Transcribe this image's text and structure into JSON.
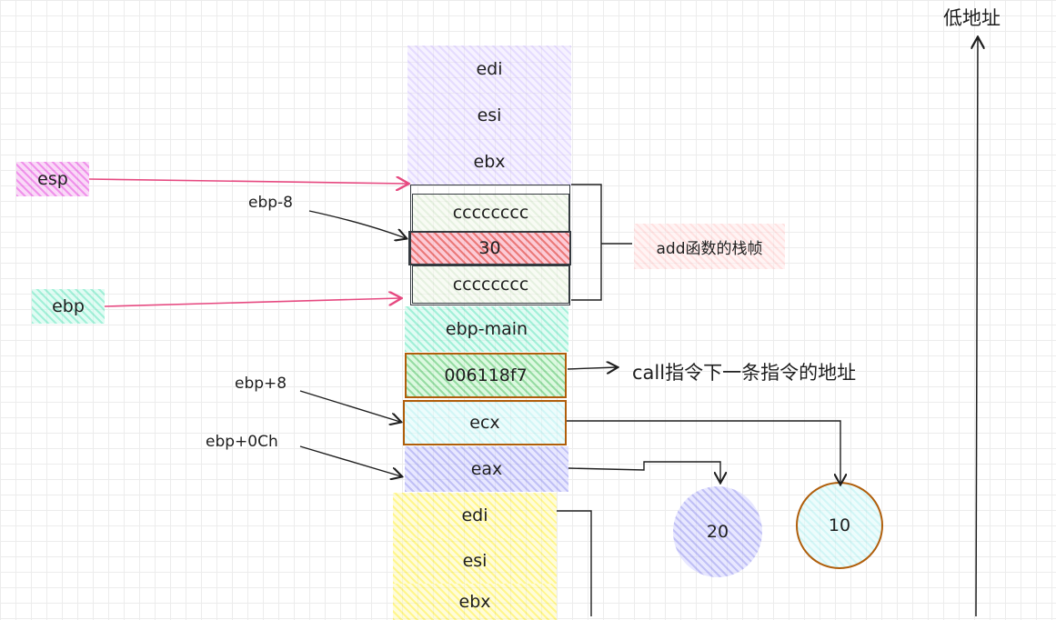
{
  "diagram": {
    "low_address_label": "低地址",
    "stack_cells": {
      "edi_top": "edi",
      "esi_top": "esi",
      "ebx_top": "ebx",
      "cc_top": "cccccccc",
      "val_30": "30",
      "cc_bottom": "cccccccc",
      "ebp_main": "ebp-main",
      "ret_addr": "006118f7",
      "ecx": "ecx",
      "eax": "eax",
      "edi_bottom": "edi",
      "esi_bottom": "esi",
      "ebx_bottom": "ebx"
    },
    "pointers": {
      "esp": "esp",
      "ebp": "ebp",
      "ebp_minus_8": "ebp-8",
      "ebp_plus_8": "ebp+8",
      "ebp_plus_0ch": "ebp+0Ch"
    },
    "annotations": {
      "add_frame": "add函数的栈帧",
      "call_next": "call指令下一条指令的地址"
    },
    "values": {
      "circle_20": "20",
      "circle_10": "10"
    },
    "colors": {
      "arrow_pink": "#e64980",
      "frame_border": "#343a40",
      "brown_border": "#b05e0b"
    }
  }
}
